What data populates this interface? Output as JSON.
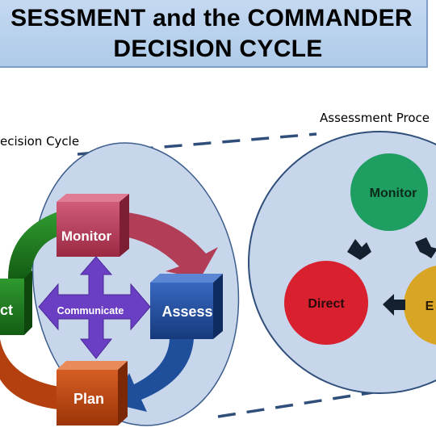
{
  "title": {
    "line1": "SESSMENT and the COMMANDER",
    "line2": "DECISION CYCLE"
  },
  "left_caption": "ecision Cycle",
  "right_caption": "Assessment Proce",
  "decision_cycle": {
    "monitor": "Monitor",
    "assess": "Assess",
    "plan": "Plan",
    "direct": "ct",
    "center": "Communicate"
  },
  "assessment_process": {
    "monitor": "Monitor",
    "direct": "Direct",
    "evaluate": "E"
  },
  "colors": {
    "banner": "#c6d9f1",
    "monitor_box": "#b0354e",
    "assess_box": "#1f4e9a",
    "plan_box": "#b5400f",
    "direct_box": "#1e7a1e",
    "communicate": "#6a3fc4",
    "ellipse_fill": "#c8d6ec",
    "circle_green": "#1f9e62",
    "circle_red": "#d8202f",
    "circle_gold": "#d9a524"
  }
}
